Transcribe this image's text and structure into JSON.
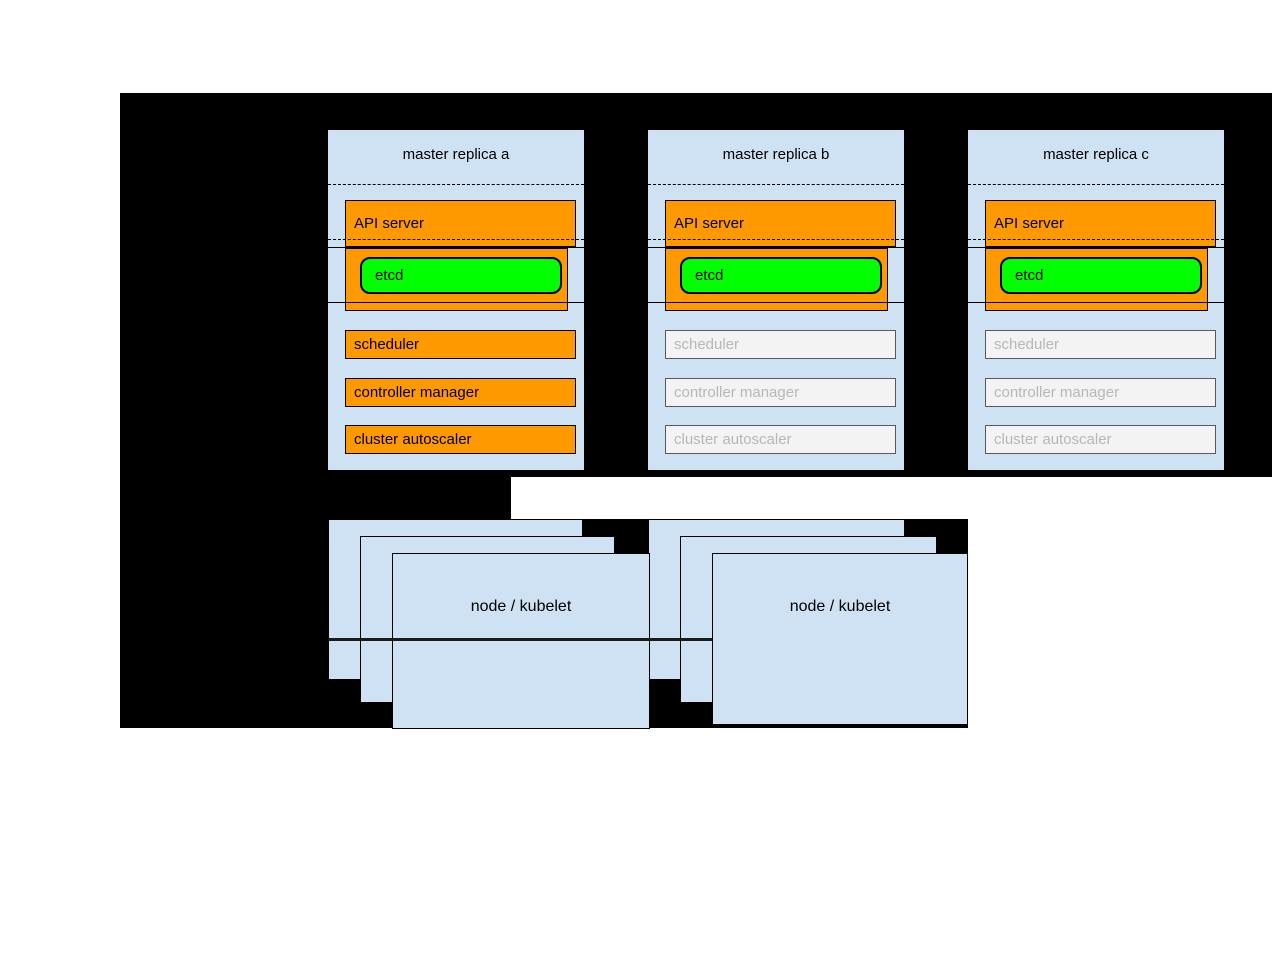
{
  "masters": [
    {
      "title": "master replica a",
      "api_server": "API server",
      "etcd": "etcd",
      "scheduler": "scheduler",
      "controller_manager": "controller manager",
      "cluster_autoscaler": "cluster autoscaler"
    },
    {
      "title": "master replica b",
      "api_server": "API server",
      "etcd": "etcd",
      "scheduler": "scheduler",
      "controller_manager": "controller manager",
      "cluster_autoscaler": "cluster autoscaler"
    },
    {
      "title": "master replica c",
      "api_server": "API server",
      "etcd": "etcd",
      "scheduler": "scheduler",
      "controller_manager": "controller manager",
      "cluster_autoscaler": "cluster autoscaler"
    }
  ],
  "node_stacks": [
    {
      "label": "node / kubelet"
    },
    {
      "label": "node / kubelet"
    }
  ],
  "colors": {
    "backdrop": "#000000",
    "panel_fill": "#cfe2f3",
    "active_fill": "#ff9900",
    "etcd_fill": "#00ff00",
    "standby_fill": "#f3f3f3",
    "standby_text": "#b7b7b7",
    "standby_border": "#595959",
    "border": "#000000"
  }
}
